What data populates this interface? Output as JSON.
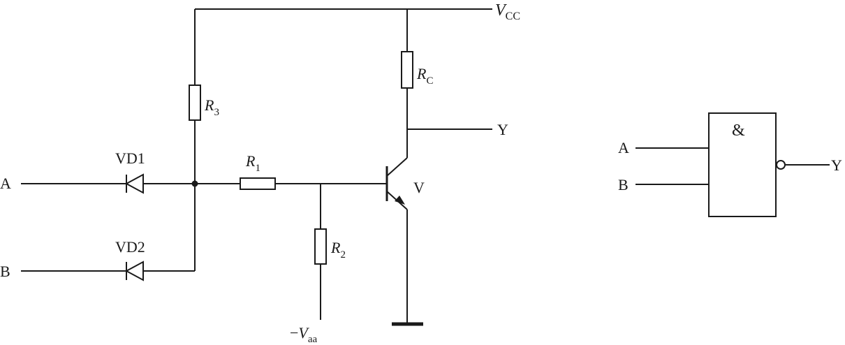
{
  "circuit": {
    "input_a": "A",
    "input_b": "B",
    "output_y": "Y",
    "diode_1": "VD1",
    "diode_2": "VD2",
    "transistor": "V",
    "supply": {
      "symbol": "V",
      "sub": "CC"
    },
    "neg_supply": {
      "prefix": "−",
      "symbol": "V",
      "sub": "aa"
    },
    "r1": {
      "symbol": "R",
      "sub": "1"
    },
    "r2": {
      "symbol": "R",
      "sub": "2"
    },
    "r3": {
      "symbol": "R",
      "sub": "3"
    },
    "rc": {
      "symbol": "R",
      "sub": "C"
    }
  },
  "gate": {
    "symbol": "&",
    "input_a": "A",
    "input_b": "B",
    "output_y": "Y"
  }
}
